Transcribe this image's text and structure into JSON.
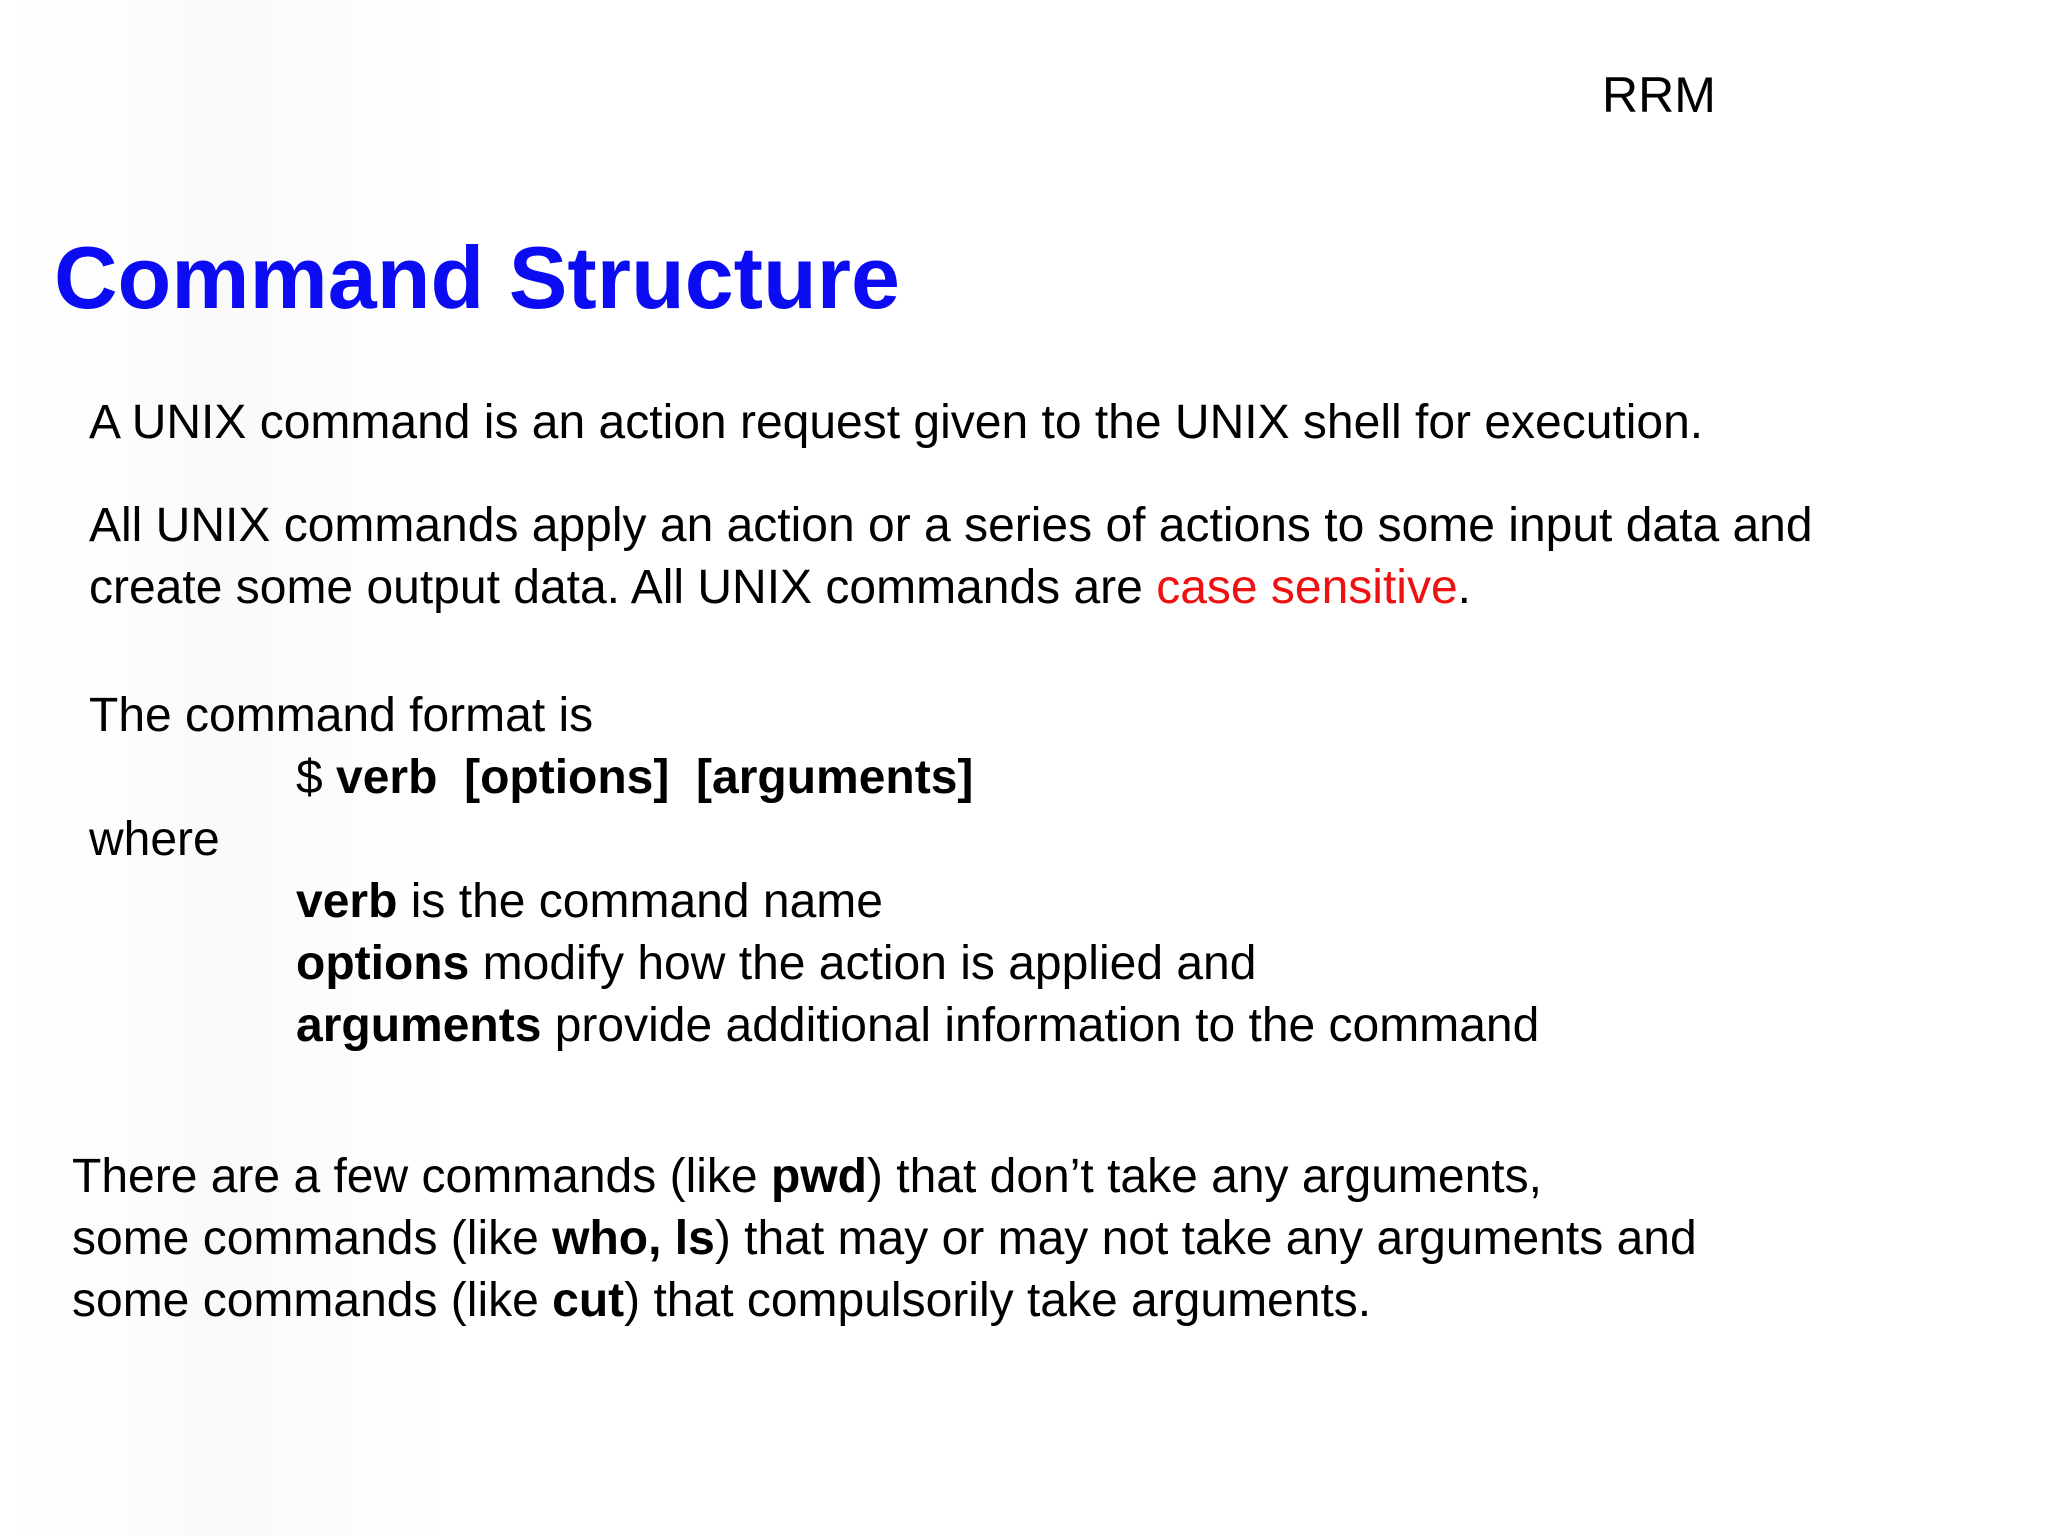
{
  "slide": {
    "author": "RRM",
    "title": "Command Structure",
    "para1": "A UNIX command is an action request given to the UNIX shell for execution.",
    "para2": {
      "line1": "All UNIX commands apply an action or a series of actions to some input data and",
      "line2_pre": "create some output data. All UNIX commands are ",
      "line2_highlight": "case sensitive",
      "line2_post": "."
    },
    "format": {
      "intro": "The command format is",
      "prompt": "$ ",
      "syntax": "verb  [options]  [arguments]",
      "where": "where",
      "items": [
        {
          "term": "verb",
          "desc": " is the command name"
        },
        {
          "term": "options",
          "desc": " modify how the action is applied and"
        },
        {
          "term": "arguments",
          "desc": " provide additional information to the command"
        }
      ]
    },
    "para4": {
      "l1_a": "There are a few commands (like ",
      "l1_b": "pwd",
      "l1_c": ") that don’t take any arguments,",
      "l2_a": "some commands (like ",
      "l2_b": "who, ls",
      "l2_c": ") that may or may not take any arguments and",
      "l3_a": "some commands (like ",
      "l3_b": "cut",
      "l3_c": ") that compulsorily take arguments."
    },
    "colors": {
      "title": "#0c0cf2",
      "highlight": "#ee1111",
      "text": "#000000"
    }
  }
}
